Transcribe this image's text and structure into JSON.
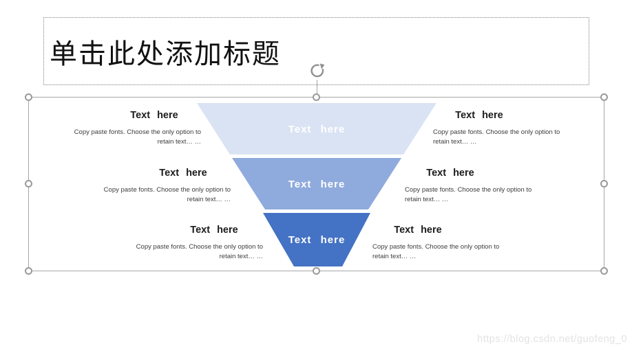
{
  "title": {
    "text": "单击此处添加标题"
  },
  "funnel": {
    "segments": [
      {
        "label": "Text here",
        "color": "#dae3f3"
      },
      {
        "label": "Text here",
        "color": "#8faadc"
      },
      {
        "label": "Text here",
        "color": "#4472c4"
      }
    ],
    "label_color": "#ffffff"
  },
  "text_blocks": {
    "left": [
      {
        "heading": "Text here",
        "body_line1": "Copy paste fonts. Choose the only option to",
        "body_line2": "retain text… …"
      },
      {
        "heading": "Text here",
        "body_line1": "Copy paste fonts. Choose the only option to",
        "body_line2": "retain text… …"
      },
      {
        "heading": "Text here",
        "body_line1": "Copy paste fonts. Choose the only option to",
        "body_line2": "retain text… …"
      }
    ],
    "right": [
      {
        "heading": "Text here",
        "body_line1": "Copy paste fonts. Choose the only option to",
        "body_line2": "retain text… …"
      },
      {
        "heading": "Text here",
        "body_line1": "Copy paste fonts. Choose the only option to",
        "body_line2": "retain text… …"
      },
      {
        "heading": "Text here",
        "body_line1": "Copy paste fonts. Choose the only option to",
        "body_line2": "retain text… …"
      }
    ]
  },
  "watermark": {
    "text": "https://blog.csdn.net/guofeng_0"
  }
}
